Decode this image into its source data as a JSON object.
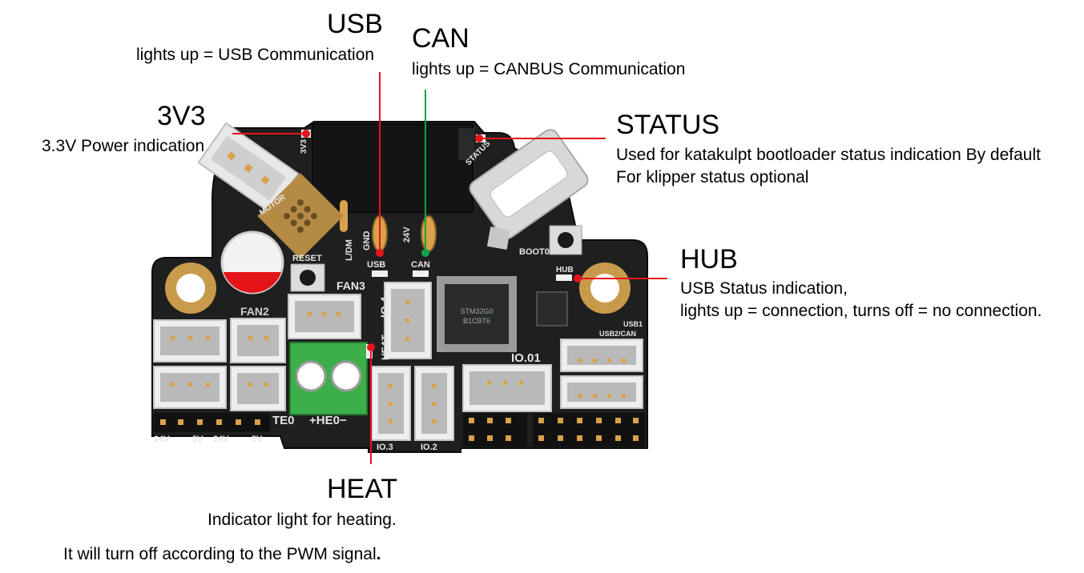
{
  "callouts": {
    "usb": {
      "title": "USB",
      "desc": "lights up = USB Communication",
      "color": "#e8141b"
    },
    "can": {
      "title": "CAN",
      "desc": "lights up = CANBUS Communication",
      "color": "#10a24a"
    },
    "v3v3": {
      "title": "3V3",
      "desc": "3.3V Power indication",
      "color": "#e8141b"
    },
    "status": {
      "title": "STATUS",
      "desc1": "Used for katakulpt bootloader status indication By default",
      "desc2": "For klipper status optional",
      "color": "#e8141b"
    },
    "hub": {
      "title": "HUB",
      "desc1": "USB Status indication,",
      "desc2": "lights up = connection, turns off = no connection.",
      "color": "#e8141b"
    },
    "heat": {
      "title": "HEAT",
      "desc1": "Indicator light for heating.",
      "desc2": "It will turn off according to the PWM signal",
      "desc2_end": ".",
      "color": "#e8141b"
    }
  },
  "silkscreen": {
    "motor": "MOTOR",
    "v3v3": "3V3",
    "status": "STATUS",
    "l_dm": "L/DM",
    "gnd": "GND",
    "v24": "24V",
    "usb": "USB",
    "can": "CAN",
    "reset": "RESET",
    "fan3": "FAN3",
    "fan2": "FAN2",
    "io4": "IO.4",
    "heat": "HEAT",
    "boot0": "BOOT0",
    "hub": "HUB",
    "usb1": "USB1",
    "usb2can": "USB2/CAN",
    "io01": "IO.01",
    "te0": "TE0",
    "he0": "+HE0−",
    "io3": "IO.3",
    "io2": "IO.2",
    "pwr": [
      "24V",
      "5V",
      "24V",
      "5V"
    ],
    "chip1": "STM32G0",
    "chip2": "B1CBT6"
  }
}
